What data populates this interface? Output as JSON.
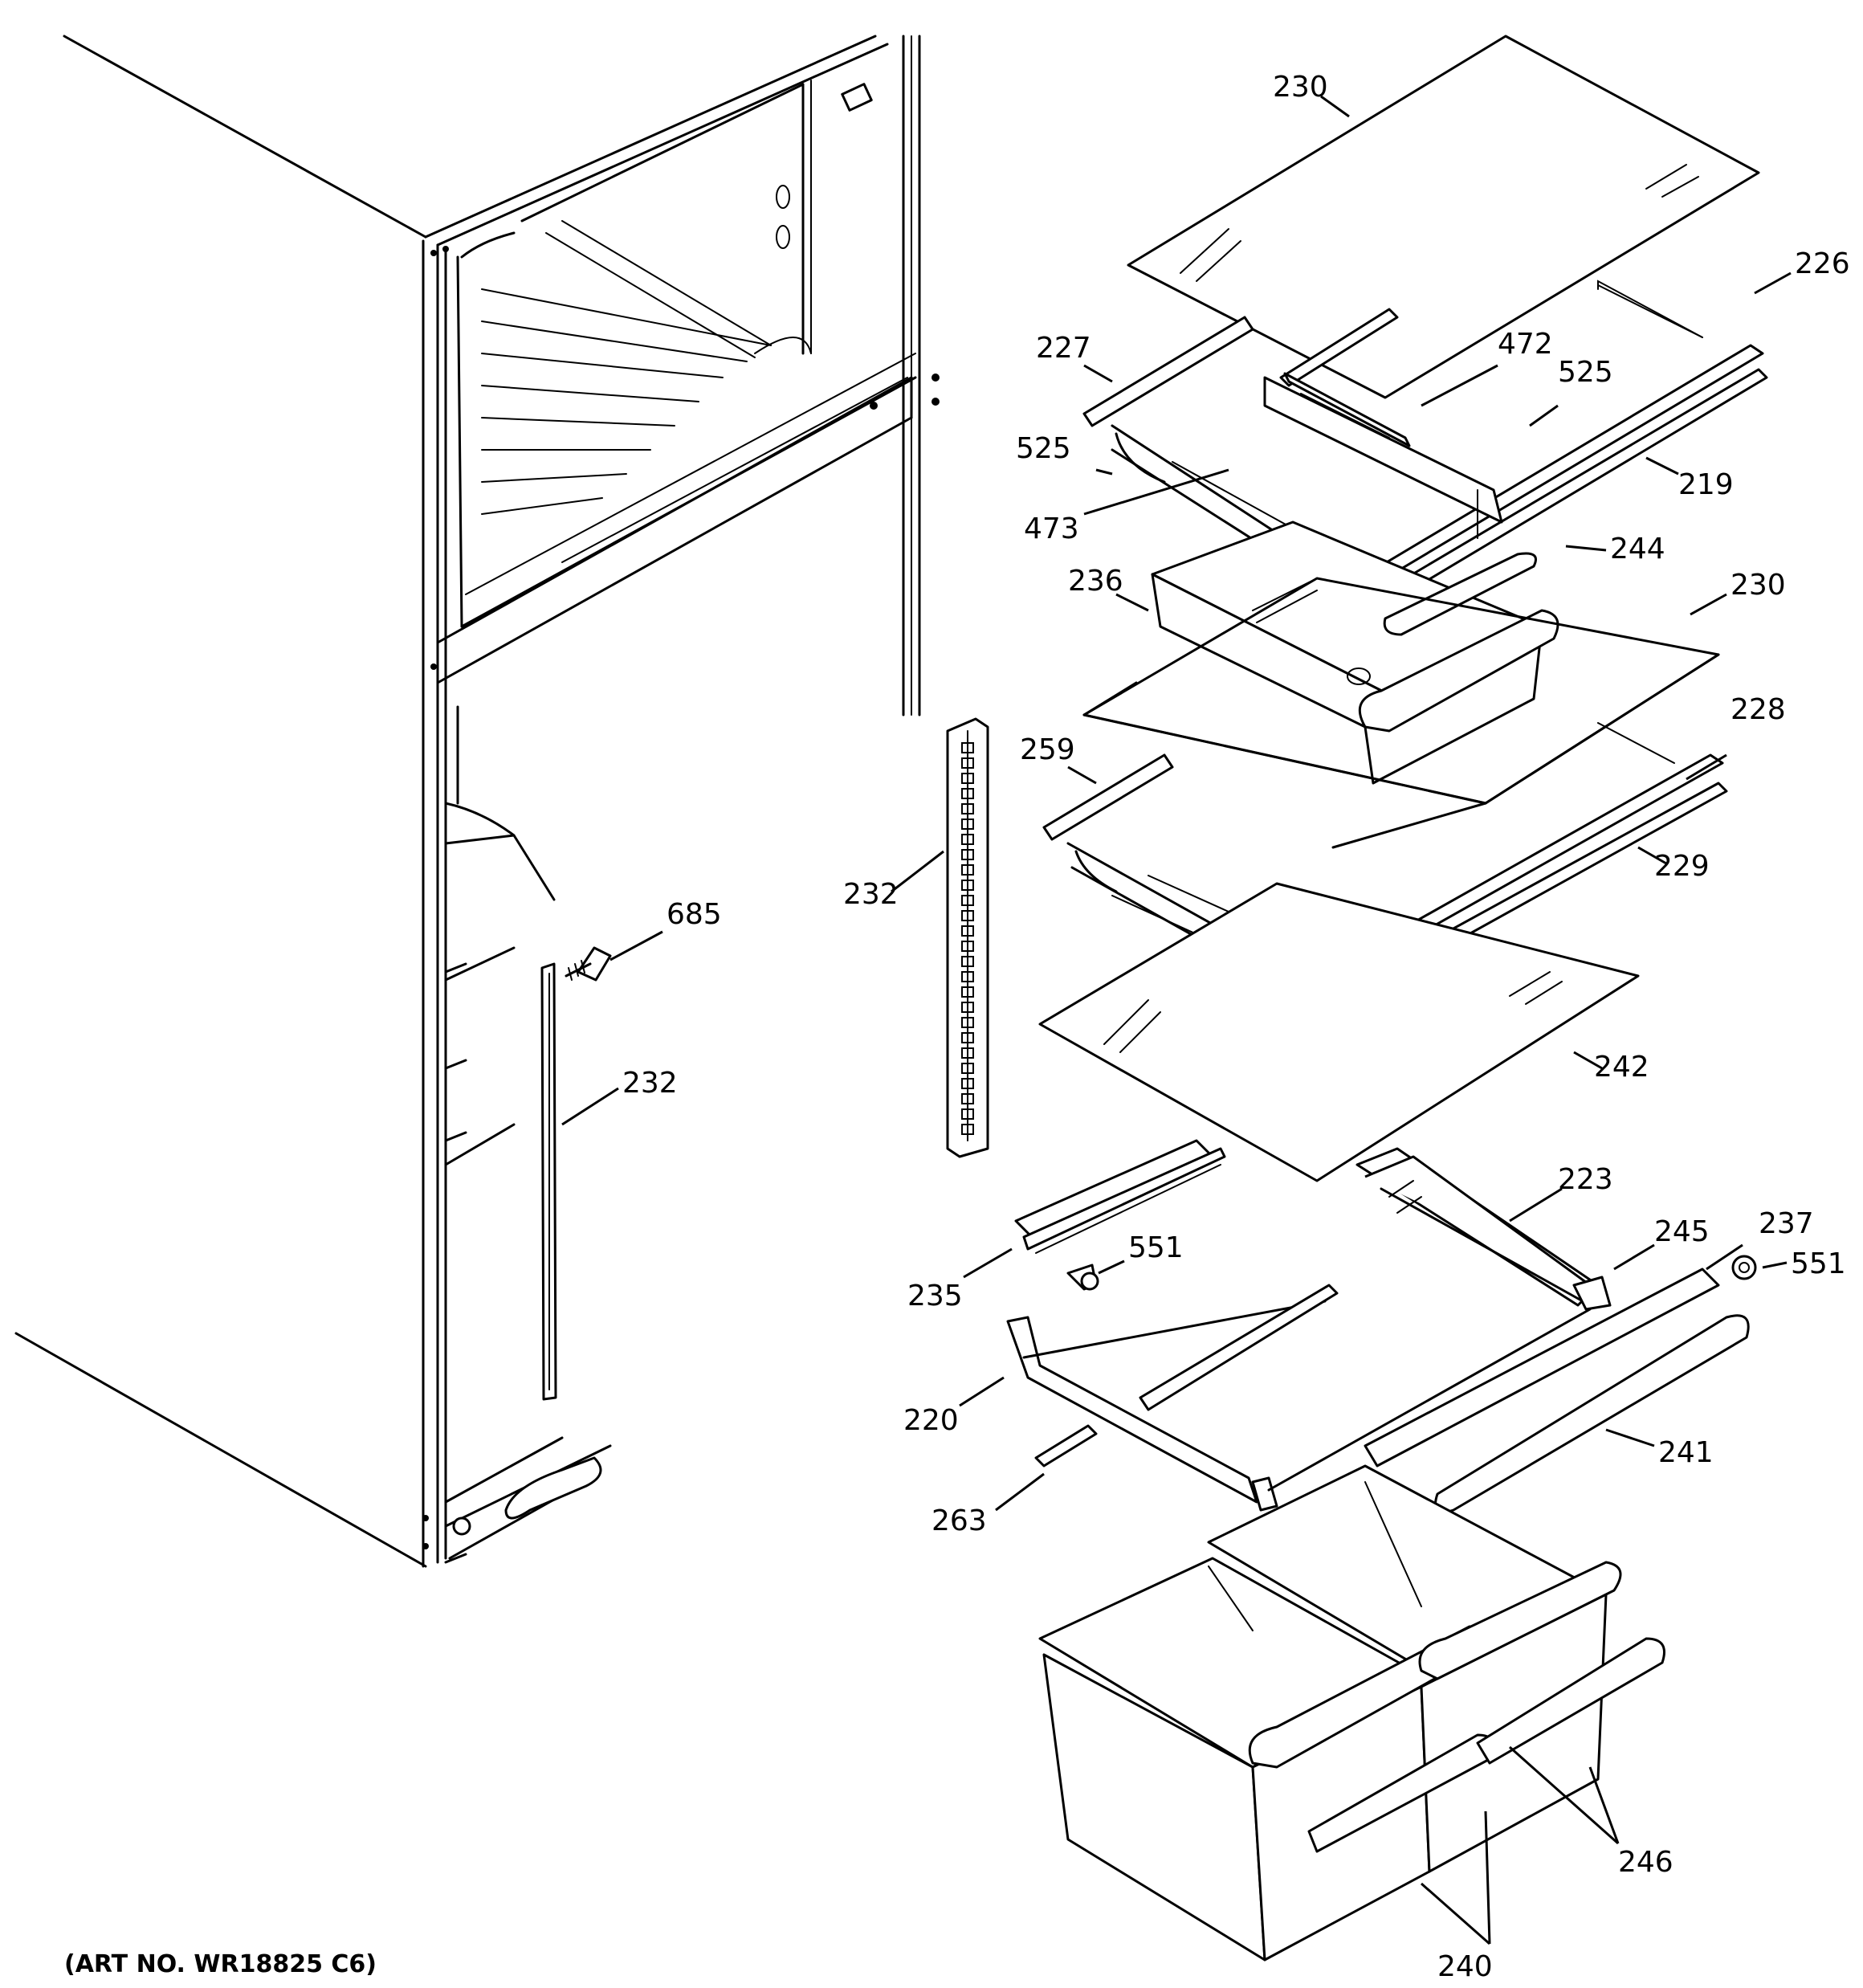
{
  "art_number": "(ART NO. WR18825 C6)",
  "callouts": {
    "c230a": "230",
    "c226": "226",
    "c227": "227",
    "c472": "472",
    "c525a": "525",
    "c525b": "525",
    "c219": "219",
    "c473": "473",
    "c244": "244",
    "c236": "236",
    "c230b": "230",
    "c228": "228",
    "c259": "259",
    "c229": "229",
    "c232a": "232",
    "c685": "685",
    "c232b": "232",
    "c242": "242",
    "c223": "223",
    "c245": "245",
    "c237": "237",
    "c551a": "551",
    "c551b": "551",
    "c235": "235",
    "c220": "220",
    "c241": "241",
    "c263": "263",
    "c246": "246",
    "c240": "240"
  }
}
